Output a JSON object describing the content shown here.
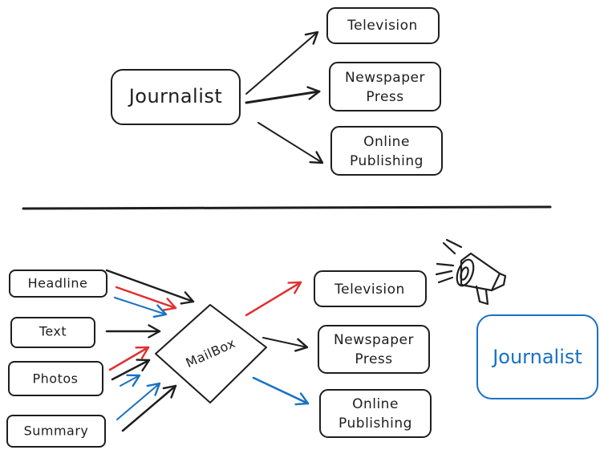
{
  "top_section": {
    "source": "Journalist",
    "targets": [
      [
        "Television"
      ],
      [
        "Newspaper",
        "Press"
      ],
      [
        "Online",
        "Publishing"
      ]
    ]
  },
  "bottom_section": {
    "inputs": [
      "Headline",
      "Text",
      "Photos",
      "Summary"
    ],
    "hub": "MailBox",
    "targets": [
      [
        "Television"
      ],
      [
        "Newspaper",
        "Press"
      ],
      [
        "Online",
        "Publishing"
      ]
    ],
    "source": "Journalist",
    "megaphone_icon": "megaphone-icon"
  },
  "colors": {
    "ink": "#1e1e1e",
    "red": "#e03131",
    "blue": "#1971c2"
  }
}
